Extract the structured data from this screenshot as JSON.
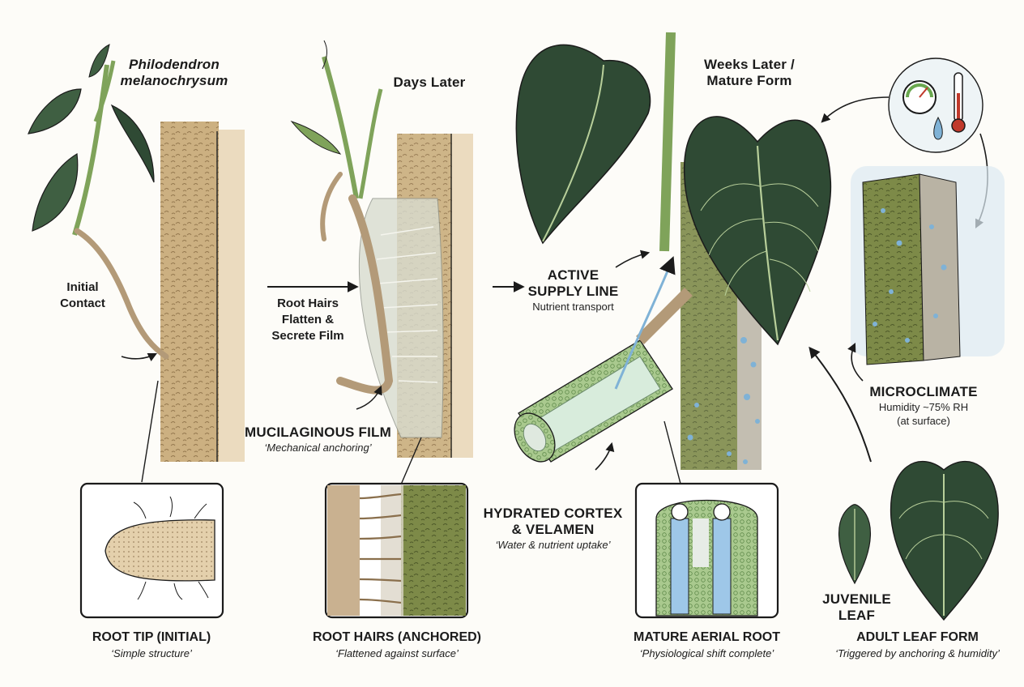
{
  "stage_titles": {
    "species_line1": "Philodendron",
    "species_line2": "melanochrysum",
    "days_later": "Days Later",
    "weeks_line1": "Weeks Later /",
    "weeks_line2": "Mature Form"
  },
  "annotations": {
    "initial_contact_line1": "Initial",
    "initial_contact_line2": "Contact",
    "root_hairs_line1": "Root Hairs",
    "root_hairs_line2": "Flatten &",
    "root_hairs_line3": "Secrete Film",
    "mucilaginous_title": "MUCILAGINOUS FILM",
    "mucilaginous_sub": "‘Mechanical anchoring’",
    "supply_title_line1": "ACTIVE",
    "supply_title_line2": "SUPPLY LINE",
    "supply_sub": "Nutrient transport",
    "cortex_title_line1": "HYDRATED CORTEX",
    "cortex_title_line2": "& VELAMEN",
    "cortex_sub": "‘Water & nutrient uptake’",
    "microclimate_title": "MICROCLIMATE",
    "microclimate_sub1": "Humidity ~75% RH",
    "microclimate_sub2": "(at surface)",
    "juvenile_line1": "JUVENILE",
    "juvenile_line2": "LEAF"
  },
  "panels": [
    {
      "title": "ROOT TIP (INITIAL)",
      "subtitle": "‘Simple structure’"
    },
    {
      "title": "ROOT HAIRS (ANCHORED)",
      "subtitle": "‘Flattened against surface’"
    },
    {
      "title": "MATURE AERIAL ROOT",
      "subtitle": "‘Physiological shift complete’"
    },
    {
      "title": "ADULT LEAF FORM",
      "subtitle": "‘Triggered by anchoring & humidity’"
    }
  ],
  "colors": {
    "leaf_dark": "#2f4a34",
    "leaf_mid": "#3f5f42",
    "vein": "#b8cf9a",
    "stem": "#7fa35a",
    "root": "#b39a78",
    "moss": "#b99a64",
    "moss_green": "#6d7a3c",
    "water": "#7fb2d6",
    "ink": "#1b1b1b"
  }
}
